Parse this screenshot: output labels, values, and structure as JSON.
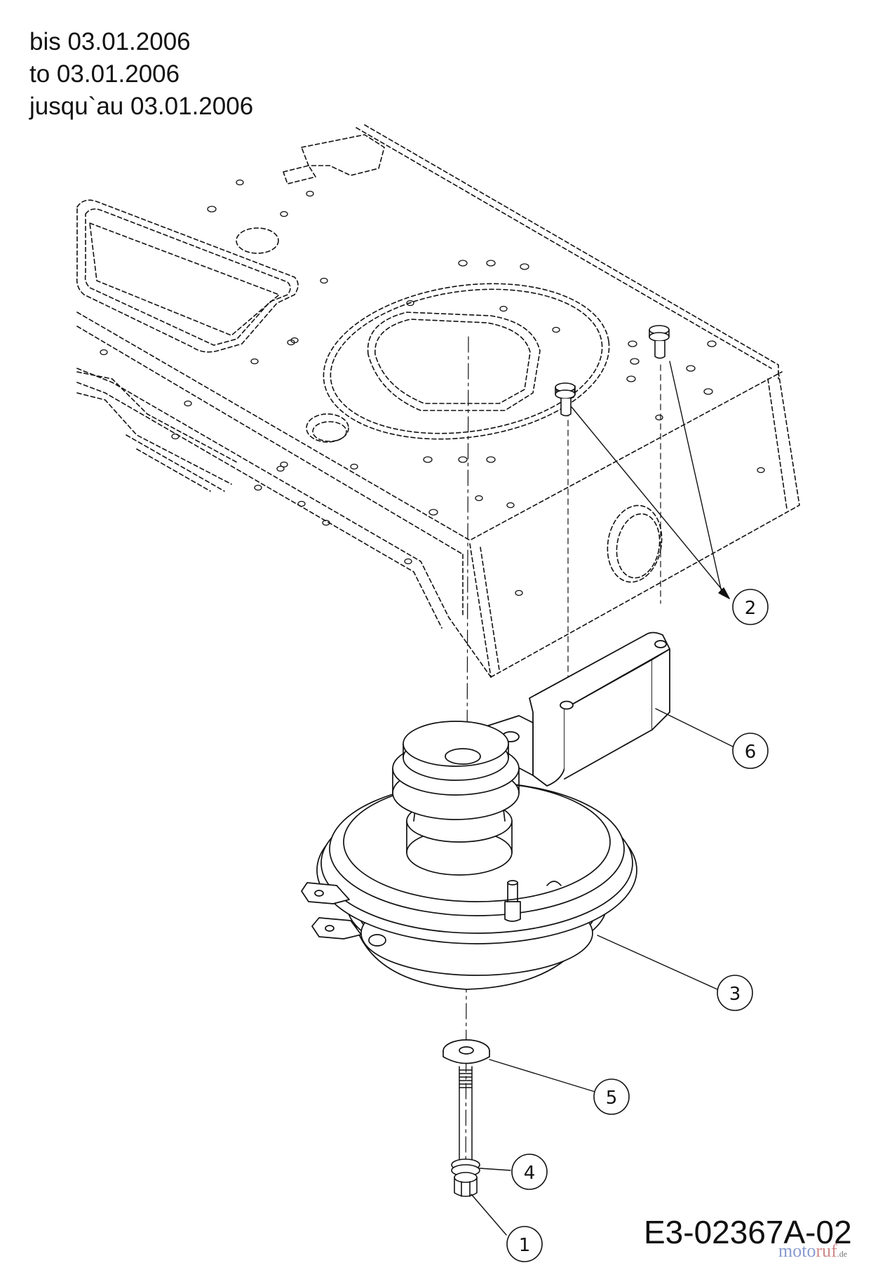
{
  "header": {
    "lines": [
      "bis 03.01.2006",
      "to 03.01.2006",
      "jusqu`au 03.01.2006"
    ]
  },
  "callouts": [
    {
      "number": "2",
      "part": "mounting-bolts"
    },
    {
      "number": "6",
      "part": "bracket"
    },
    {
      "number": "3",
      "part": "electric-pto-clutch"
    },
    {
      "number": "5",
      "part": "washer"
    },
    {
      "number": "4",
      "part": "lock-washer"
    },
    {
      "number": "1",
      "part": "bolt"
    }
  ],
  "footer": {
    "drawing_code": "E3-02367A-02",
    "watermark": {
      "part1": "moto",
      "part2": "ruf",
      "part3": ".de"
    }
  }
}
